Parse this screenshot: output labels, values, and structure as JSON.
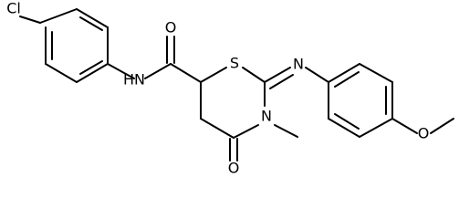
{
  "molecule": {
    "atoms": {
      "chlorine": "Cl",
      "amide_nitrogen": "N",
      "amide_hydrogen": "H",
      "amide_oxygen": "O",
      "ring_sulfur": "S",
      "imine_nitrogen": "N",
      "ring_nitrogen": "N",
      "ring_carbonyl_oxygen": "O",
      "methoxy_oxygen": "O"
    },
    "colors": {
      "bond": "#000000",
      "label": "#000000",
      "background": "#ffffff"
    }
  }
}
